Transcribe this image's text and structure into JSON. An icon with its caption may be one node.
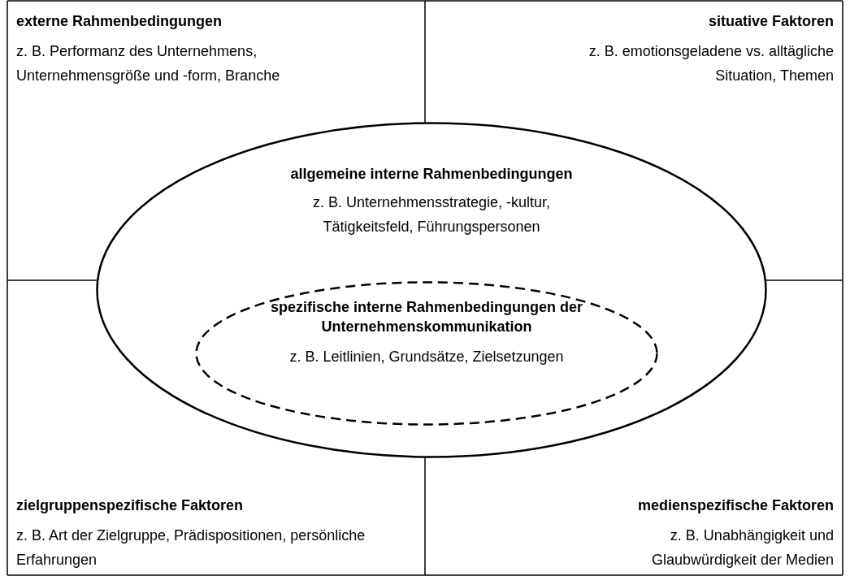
{
  "diagram": {
    "nodes": [
      {
        "text": [
          "externe Rahmenbedingungen",
          "z. B. Performanz des Unternehmens, Unternehmensgröße und -form, Branche"
        ]
      },
      {
        "text": [
          "situative Faktoren",
          "z. B. emotionsgeladene vs. alltägliche Situation, Themen"
        ]
      },
      {
        "text": [
          "allgemeine interne Rahmenbedingungen",
          "z. B. Unternehmensstrategie, -kultur, Tätigkeitsfeld, Führungspersonen"
        ]
      },
      {
        "text": [
          "spezifische interne Rahmenbedingungen der Unternehmenskommunikation",
          "z. B. Leitlinien, Grundsätze, Zielsetzungen"
        ],
        "in": 2
      },
      {
        "text": [
          "zielgruppenspezifische Faktoren",
          "z. B. Art der Zielgruppe, Prädispositionen, persönliche Erfahrungen"
        ]
      },
      {
        "text": [
          "medienspezifische Faktoren",
          "z. B. Unabhängigkeit und Glaubwürdigkeit der Medien"
        ]
      }
    ],
    "edges": []
  }
}
